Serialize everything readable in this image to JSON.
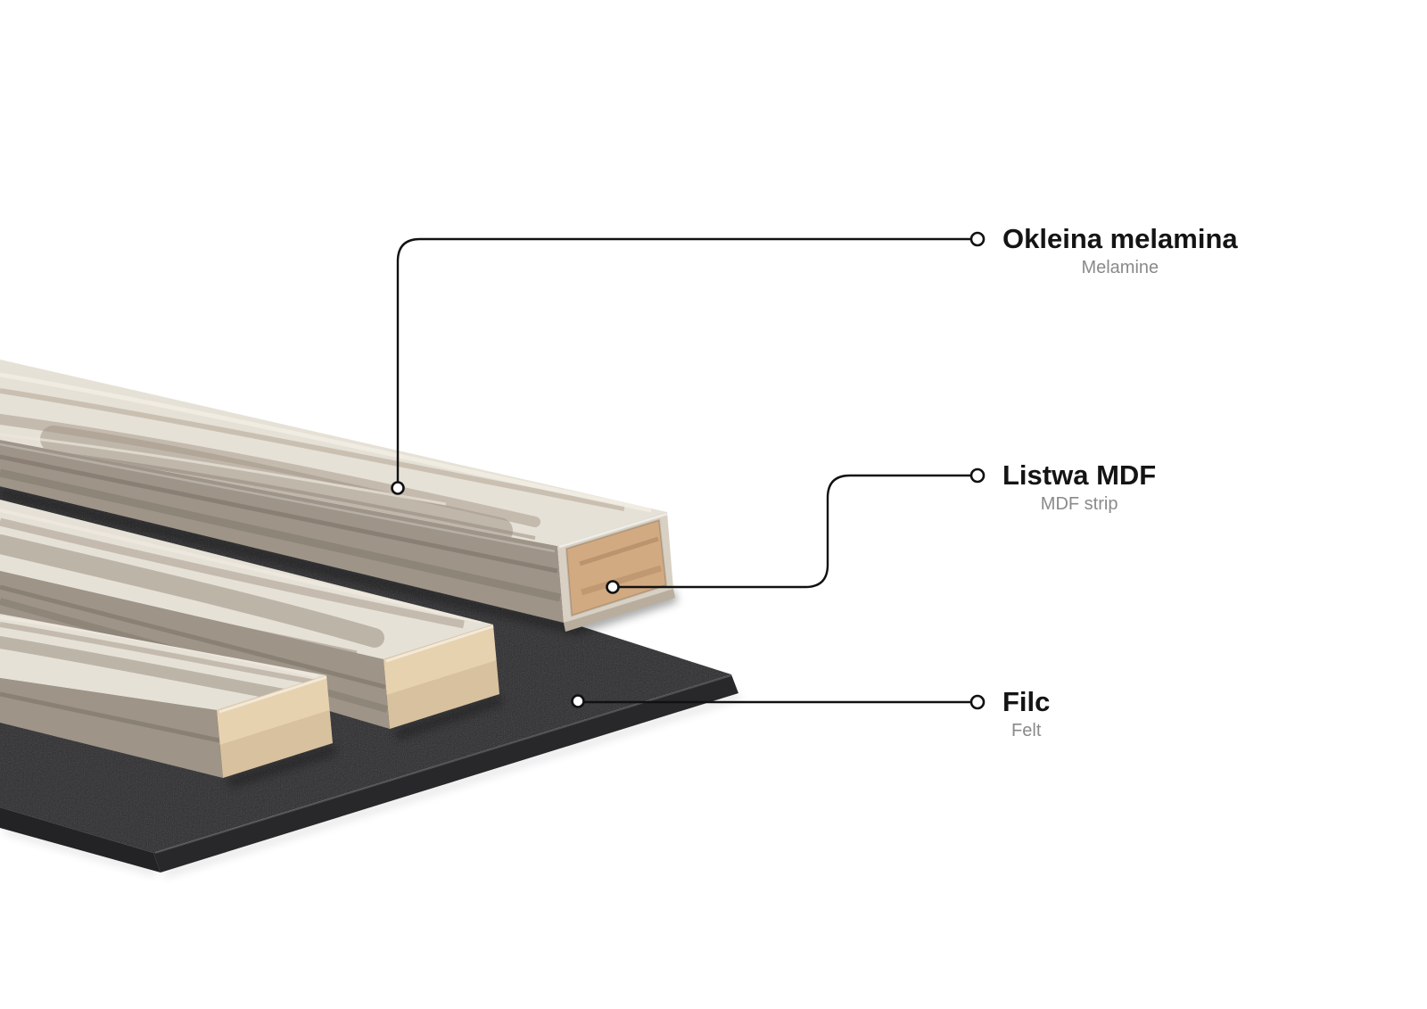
{
  "colors": {
    "background": "#ffffff",
    "line": "#111111",
    "marker_fill": "#ffffff",
    "title_text": "#141414",
    "subtitle_text": "#8a8a8a",
    "felt_top": "#333335",
    "felt_edge": "#28282a",
    "felt_edge_dark": "#232325",
    "wood_top": "#e6e1d6",
    "wood_side": "#9e9488",
    "melamine_wrap": "#d8d1c3",
    "mdf_core": "#d2aa82",
    "slat_end_cap": "#e7d2b0",
    "wrap_lip": "#b9ae9e"
  },
  "callouts": [
    {
      "id": "melamine",
      "title": "Okleina melamina",
      "subtitle": "Melamine"
    },
    {
      "id": "mdf",
      "title": "Listwa MDF",
      "subtitle": "MDF strip"
    },
    {
      "id": "felt",
      "title": "Filc",
      "subtitle": "Felt"
    }
  ]
}
